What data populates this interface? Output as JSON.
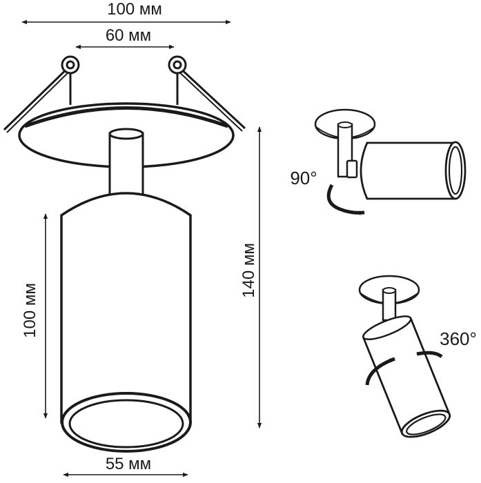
{
  "colors": {
    "line": "#1a1a1a",
    "background": "#ffffff"
  },
  "dimensions": {
    "top_width": "100 мм",
    "cutout": "60 мм",
    "height": "140 мм",
    "body_length": "100 мм",
    "diameter": "55 мм"
  },
  "rotations": {
    "tilt": "90°",
    "swivel": "360°"
  }
}
